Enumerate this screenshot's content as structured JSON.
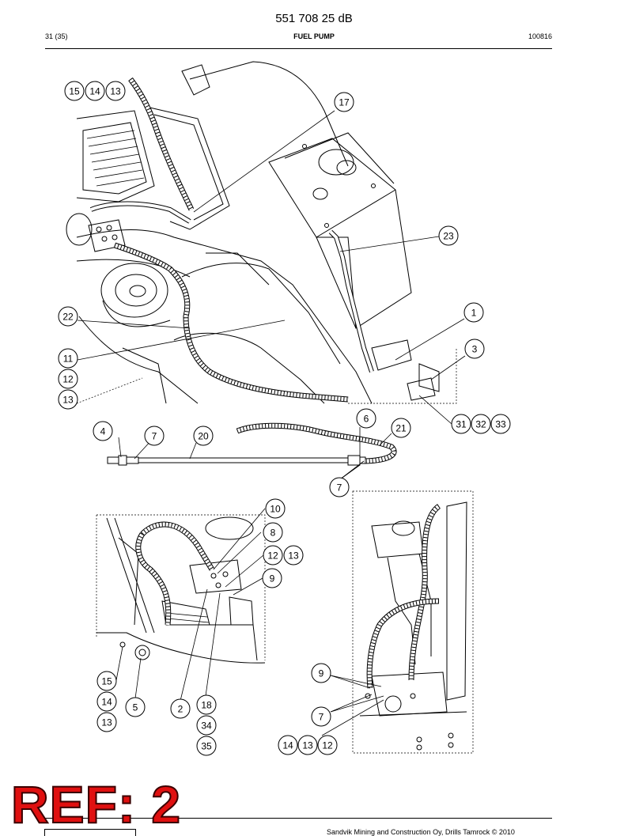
{
  "header": {
    "title": "551 708 25 dB",
    "page": "31 (35)",
    "section": "FUEL PUMP",
    "code": "100816"
  },
  "callouts": {
    "c15a": "15",
    "c14a": "14",
    "c13a": "13",
    "c17": "17",
    "c23": "23",
    "c1": "1",
    "c3": "3",
    "c22": "22",
    "c11": "11",
    "c12a": "12",
    "c13b": "13",
    "c31": "31",
    "c32": "32",
    "c33": "33",
    "c6": "6",
    "c21": "21",
    "c4": "4",
    "c7a": "7",
    "c20": "20",
    "c7b": "7",
    "c10": "10",
    "c8": "8",
    "c12b": "12",
    "c13c": "13",
    "c9a": "9",
    "c15b": "15",
    "c14b": "14",
    "c13d": "13",
    "c5": "5",
    "c2": "2",
    "c18": "18",
    "c34": "34",
    "c35": "35",
    "c9b": "9",
    "c7c": "7",
    "c14c": "14",
    "c13e": "13",
    "c12c": "12"
  },
  "stamp": {
    "text": "REF: 2",
    "color": "#e01010"
  },
  "footer": {
    "copyright": "Sandvik Mining and Construction Oy, Drills Tamrock © 2010"
  }
}
